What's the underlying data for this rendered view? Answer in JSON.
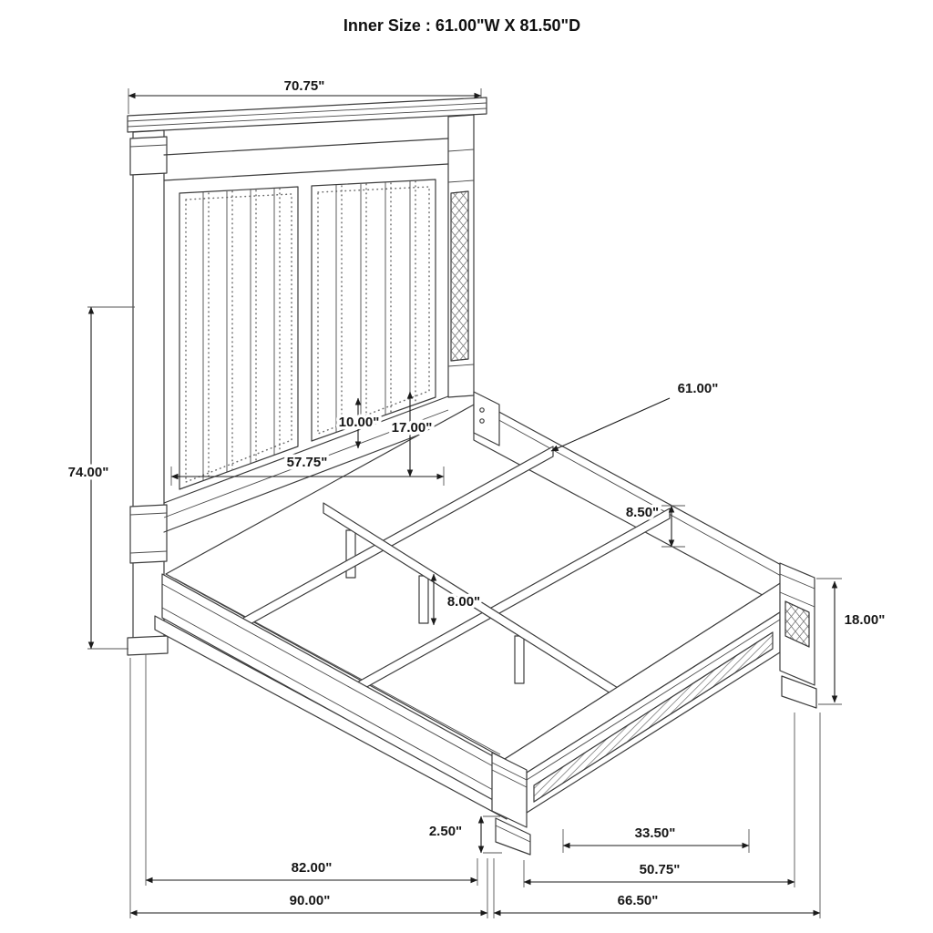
{
  "title": "Inner Size : 61.00\"W X 81.50\"D",
  "dimensions": {
    "headboard_width": "70.75\"",
    "headboard_height": "74.00\"",
    "headboard_panel_width": "57.75\"",
    "panel_offset": "10.00\"",
    "headboard_gap": "17.00\"",
    "inner_slat_width": "61.00\"",
    "rail_height": "8.50\"",
    "support_leg_height": "8.00\"",
    "footboard_height": "18.00\"",
    "foot_height": "2.50\"",
    "foot_spacing": "33.50\"",
    "frame_width": "82.00\"",
    "footboard_span": "50.75\"",
    "overall_width": "90.00\"",
    "overall_depth": "66.50\""
  }
}
